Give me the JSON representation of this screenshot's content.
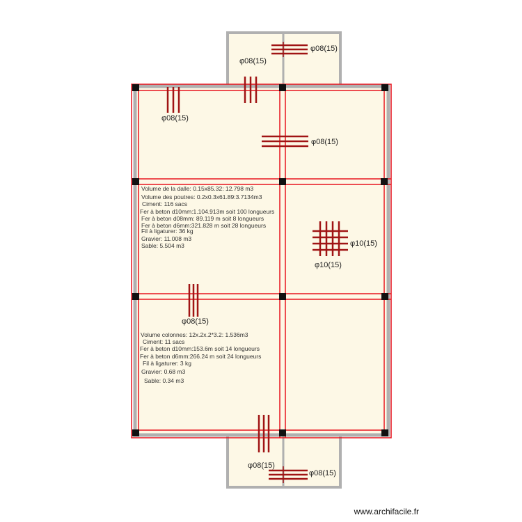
{
  "colors": {
    "panel_fill": "#fdf8e6",
    "wall": "#b0b0b0",
    "beam_red": "#e8141e",
    "rebar_dark": "#a01414",
    "column": "#111111"
  },
  "rebar_labels": {
    "top_right": "φ08(15)",
    "top_left": "φ08(15)",
    "room1_left": "φ08(15)",
    "room1_right": "φ08(15)",
    "room2_right_a": "φ10(15)",
    "room2_right_b": "φ10(15)",
    "room3_left": "φ08(15)",
    "bottom_left": "φ08(15)",
    "bottom_right": "φ08(15)"
  },
  "slab_notes": [
    "Volume de la dalle: 0.15x85.32: 12.798 m3",
    "Volume des poutres: 0.2x0.3x61.89:3.7134m3",
    "Ciment: 116 sacs",
    "Fer à beton d10mm:1.104.913m soit 100 longueurs",
    "Fer à beton d08mm: 89.119 m soit 8 longueurs",
    "Fer à beton d6mm:321.828 m soit 28 longueurs",
    "Fil à ligaturer: 36 kg",
    "Gravier: 11.008 m3",
    "Sable: 5.504 m3"
  ],
  "column_notes": [
    "Volume colonnes: 12x.2x.2*3.2: 1.536m3",
    "Ciment: 11 sacs",
    "Fer à beton d10mm:153.6m soit 14 longueurs",
    "Fer à beton d6mm:266.24 m soit 24 longueurs",
    "Fil à ligaturer: 3 kg",
    "Gravier: 0.68 m3",
    "Sable: 0.34 m3"
  ],
  "watermark": "www.archifacile.fr"
}
